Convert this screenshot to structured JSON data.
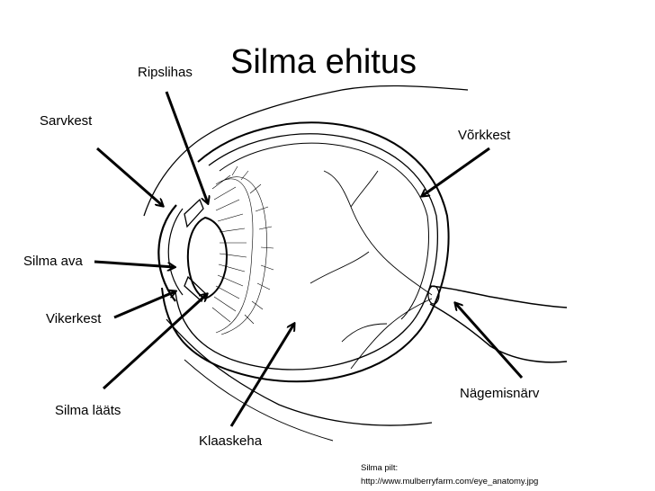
{
  "title": "Silma ehitus",
  "labels": {
    "ripslihas": "Ripslihas",
    "sarvkest": "Sarvkest",
    "vorkkest": "Võrkkest",
    "silma_ava": "Silma ava",
    "vikerkest": "Vikerkest",
    "nagemisnarv": "Nägemisnärv",
    "silma_laats": "Silma lääts",
    "klaaskeha": "Klaaskeha"
  },
  "credit": {
    "line1": "Silma pilt:",
    "line2": "http://www.mulberryfarm.com/eye_anatomy.jpg"
  }
}
